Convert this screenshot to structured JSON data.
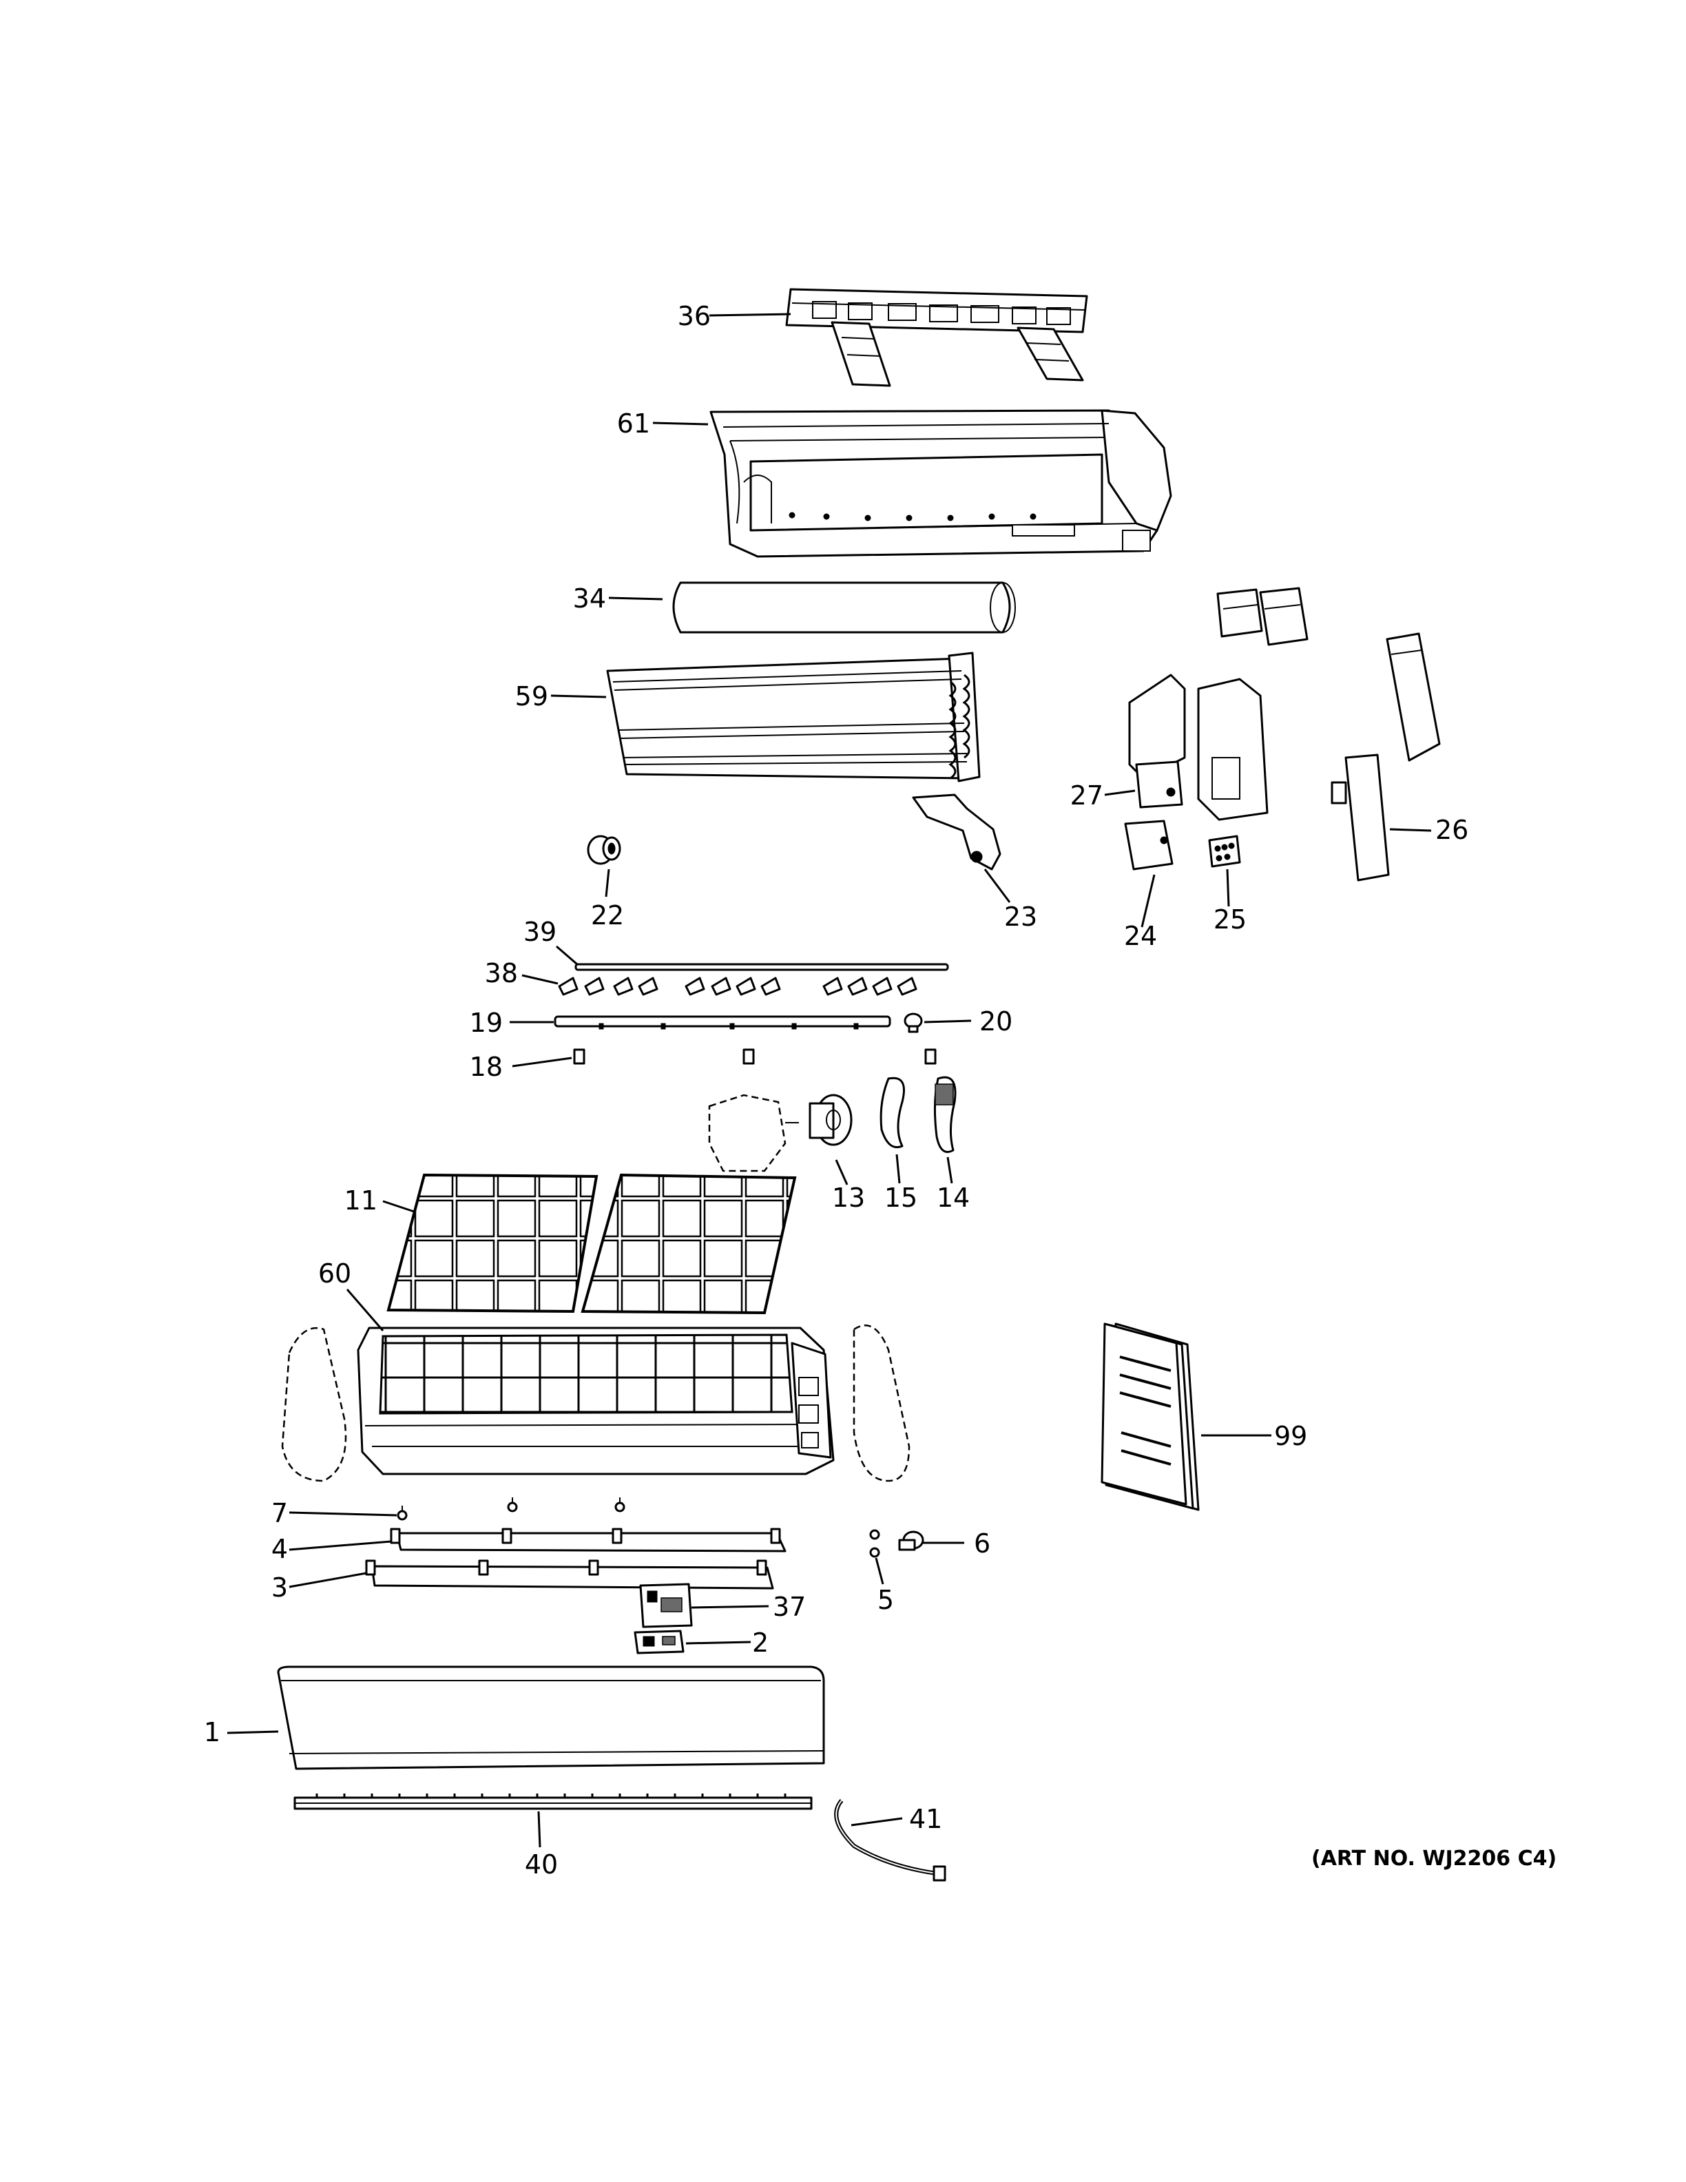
{
  "art_number": "(ART NO. WJ2206 C4)",
  "callouts": {
    "p36": "36",
    "p61": "61",
    "p34": "34",
    "p59": "59",
    "p27": "27",
    "p26": "26",
    "p22": "22",
    "p23": "23",
    "p24": "24",
    "p25": "25",
    "p39": "39",
    "p38": "38",
    "p19": "19",
    "p20": "20",
    "p18": "18",
    "p13": "13",
    "p15": "15",
    "p14": "14",
    "p11": "11",
    "p60": "60",
    "p99": "99",
    "p7": "7",
    "p4": "4",
    "p6": "6",
    "p3": "3",
    "p5": "5",
    "p37": "37",
    "p2": "2",
    "p1": "1",
    "p41": "41",
    "p40": "40"
  }
}
